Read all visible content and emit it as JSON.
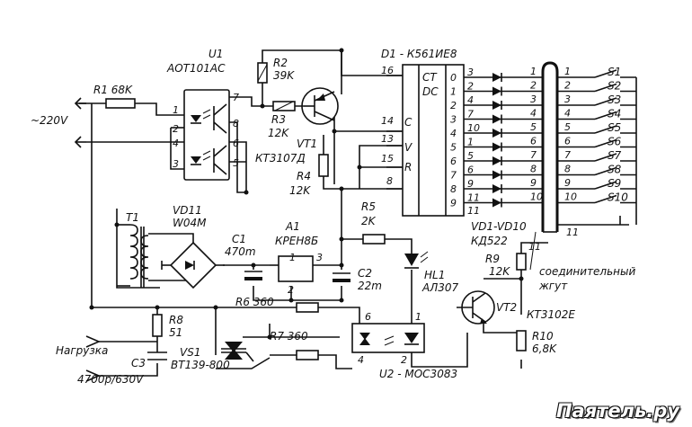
{
  "labels": {
    "u1_ref": "U1",
    "u1_type": "АОТ101АС",
    "r1": "R1 68K",
    "r2_ref": "R2",
    "r2_val": "39K",
    "r3_ref": "R3",
    "r3_val": "12K",
    "vt1_ref": "VT1",
    "vt1_type": "КТ3107Д",
    "r4_ref": "R4",
    "r4_val": "12K",
    "d1_ref": "D1 - К561ИЕ8",
    "d1_ct": "CT",
    "d1_dc": "DC",
    "d1_c": "C",
    "d1_v": "V",
    "d1_r": "R",
    "mains": "~220V",
    "t1_ref": "T1",
    "vd11_ref": "VD11",
    "vd11_type": "W04M",
    "c1_ref": "C1",
    "c1_val": "470m",
    "a1_ref": "A1",
    "a1_type": "КРЕН8Б",
    "c2_ref": "C2",
    "c2_val": "22m",
    "r5_ref": "R5",
    "r5_val": "2K",
    "hl1_ref": "HL1",
    "hl1_type": "АЛ307",
    "vd_ref": "VD1-VD10",
    "vd_type": "КД522",
    "r9_ref": "R9",
    "r9_val": "12K",
    "harness_1": "соединительный",
    "harness_2": "жгут",
    "r6": "R6 360",
    "r8_ref": "R8",
    "r8_val": "51",
    "load": "Нагрузка",
    "vs1_ref": "VS1",
    "vs1_type": "ВТ139-800",
    "r7": "R7 360",
    "vt2_ref": "VT2",
    "vt2_type": "КТ3102Е",
    "r10_ref": "R10",
    "r10_val": "6,8K",
    "c3_ref": "C3",
    "c3_val": "4700p/630V",
    "u2": "U2 - МОС3083"
  },
  "pins": {
    "u1": [
      "1",
      "2",
      "4",
      "3",
      "7",
      "8",
      "6",
      "5"
    ],
    "d1_in": [
      "16",
      "14",
      "13",
      "15",
      "8"
    ],
    "d1_out": [
      "0",
      "1",
      "2",
      "3",
      "4",
      "5",
      "6",
      "7",
      "8",
      "9"
    ],
    "d1_out_pin": [
      "3",
      "2",
      "4",
      "7",
      "10",
      "1",
      "5",
      "6",
      "9",
      "11"
    ],
    "a1": [
      "1",
      "3",
      "2"
    ],
    "u2": [
      "6",
      "1",
      "4",
      "2"
    ],
    "harness_wires": [
      "1",
      "2",
      "3",
      "4",
      "5",
      "6",
      "7",
      "8",
      "9",
      "10",
      "11",
      "11"
    ],
    "switch_wires": [
      "1",
      "2",
      "3",
      "4",
      "5",
      "6",
      "7",
      "8",
      "9",
      "10",
      "11"
    ]
  },
  "switches": [
    "S1",
    "S2",
    "S3",
    "S4",
    "S5",
    "S6",
    "S7",
    "S8",
    "S9",
    "S10"
  ],
  "watermark": "Паятель.ру"
}
